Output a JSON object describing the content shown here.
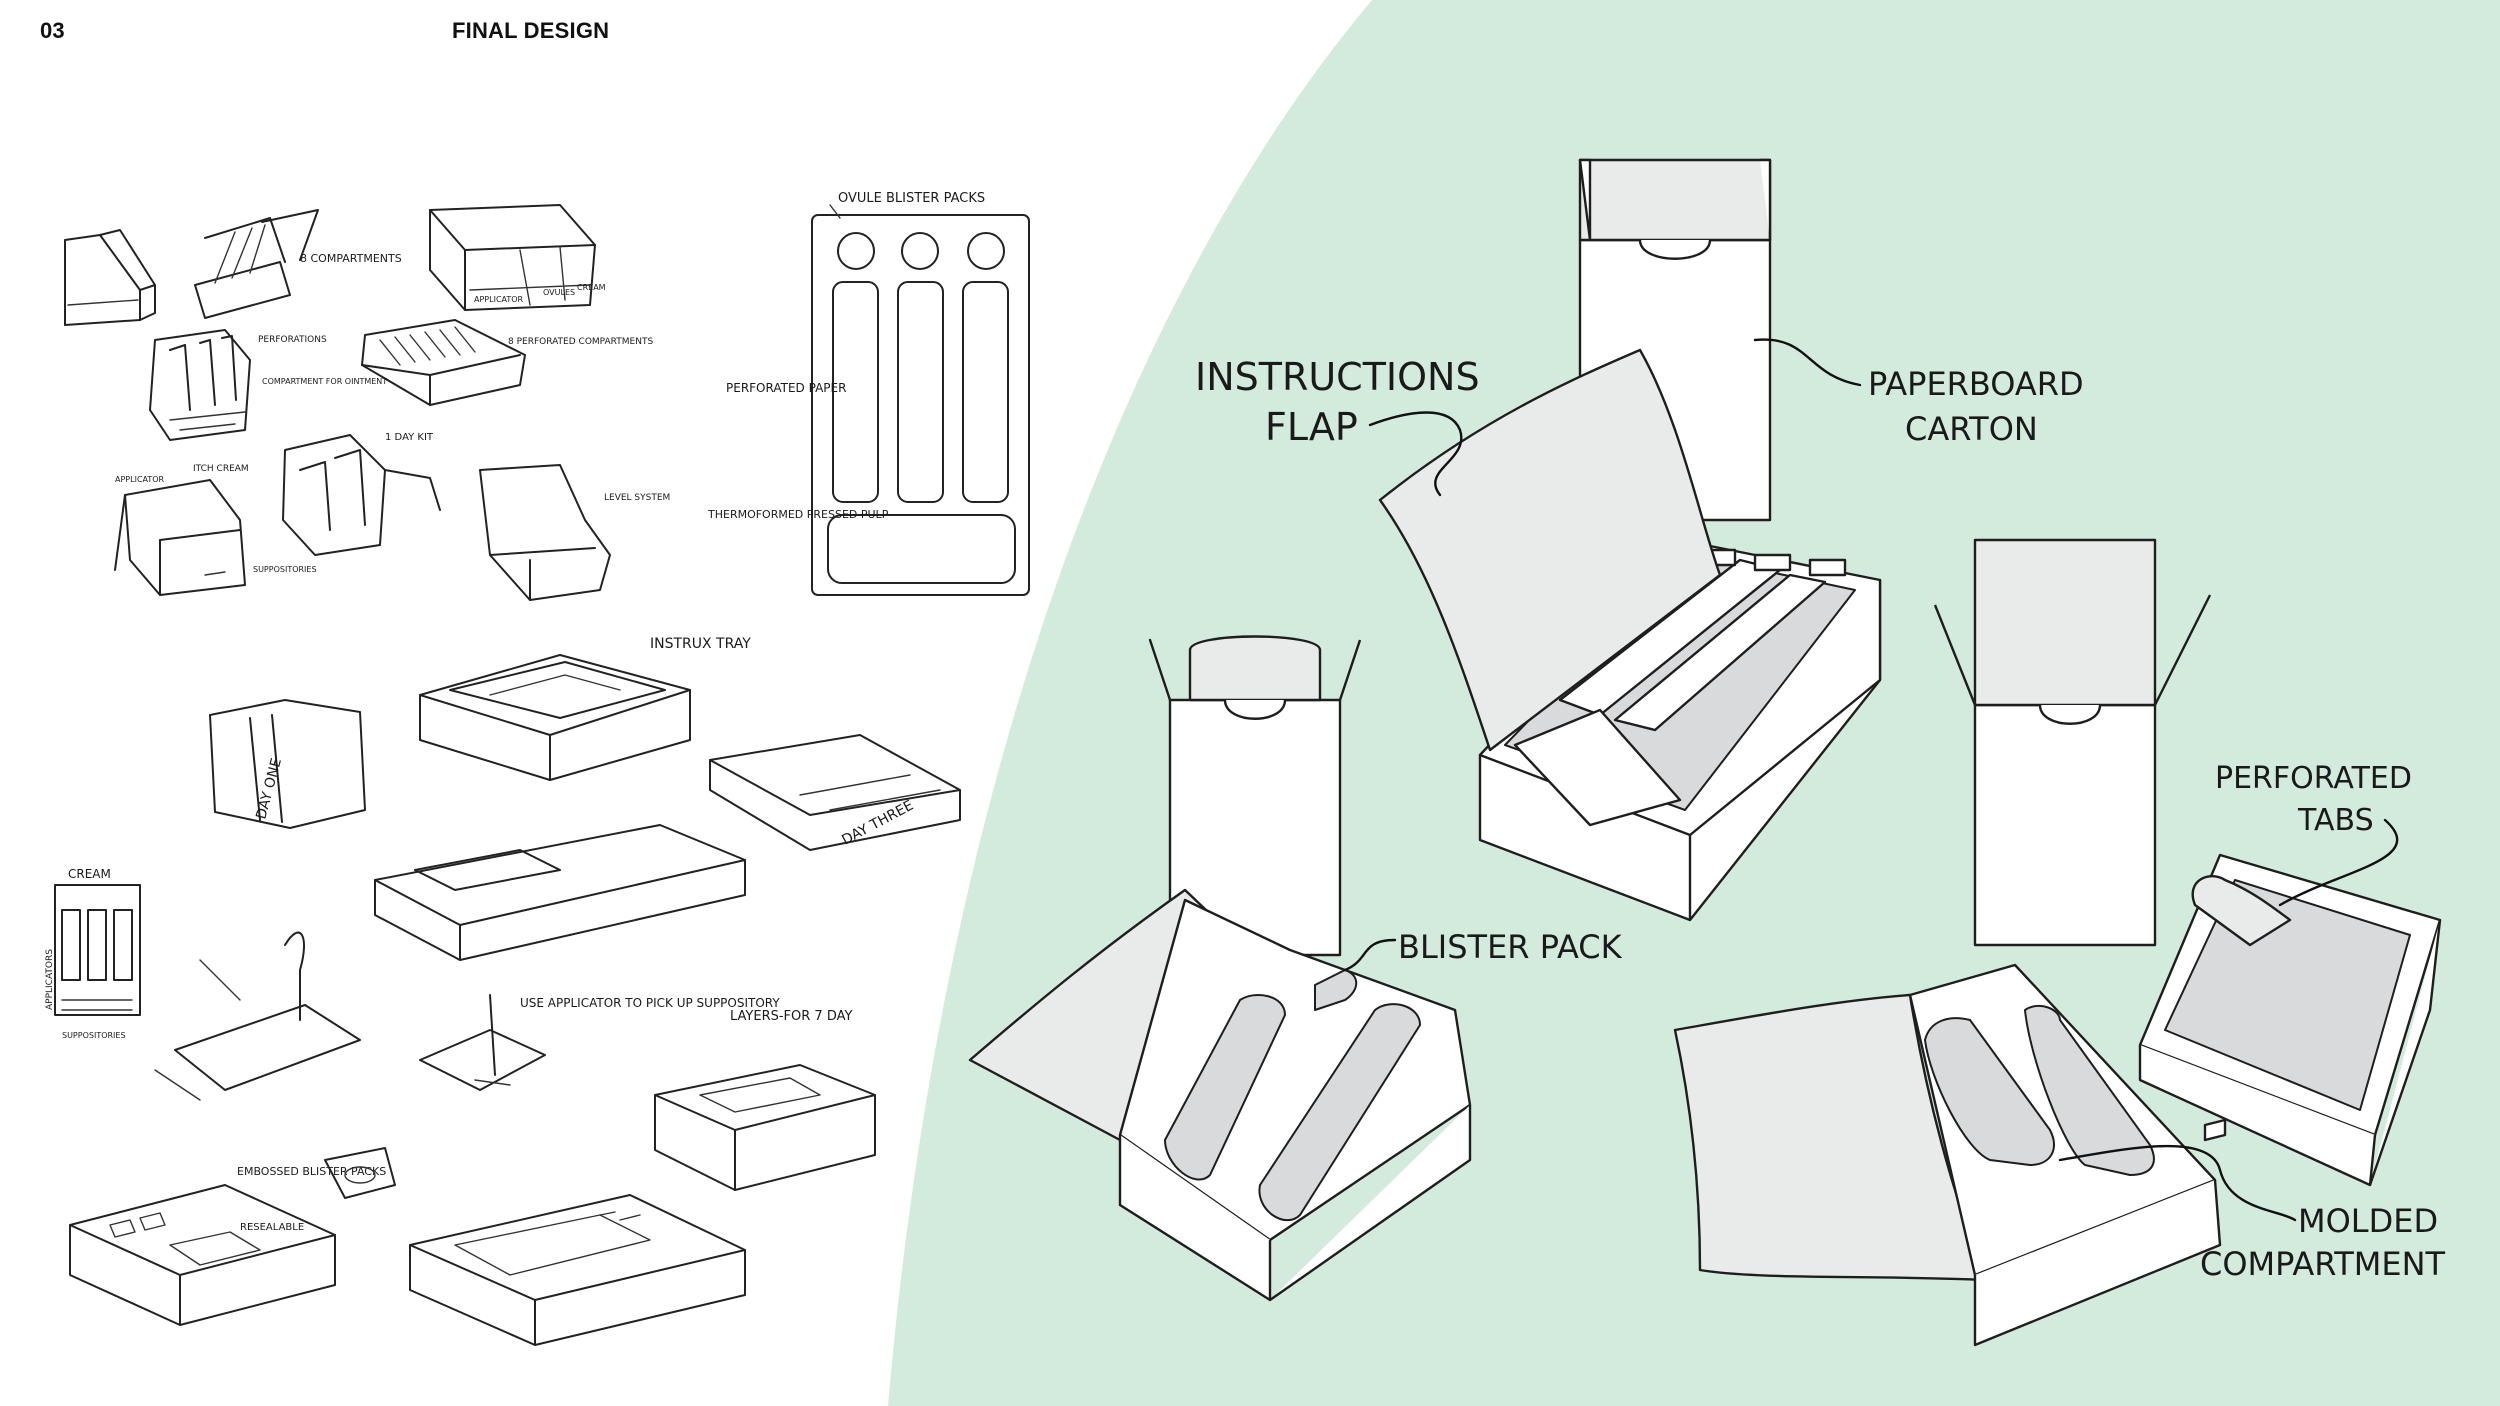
{
  "header": {
    "page_number": "03",
    "title": "FINAL DESIGN"
  },
  "sketch_notes": {
    "compartments_8": "8 COMPARTMENTS",
    "applicator": "APPLICATOR",
    "ovules": "OVULES",
    "cream": "CREAM",
    "perforations": "PERFORATIONS",
    "compartment_for_ointment": "COMPARTMENT FOR OINTMENT",
    "perforated_compartments_8": "8 PERFORATED COMPARTMENTS",
    "one_day_kit": "1 DAY KIT",
    "applicator_2": "APPLICATOR",
    "itch_cream": "ITCH CREAM",
    "suppositories": "SUPPOSITORIES",
    "level_system": "LEVEL SYSTEM",
    "ovule_blister_packs": "OVULE BLISTER PACKS",
    "perforated_paper": "PERFORATED PAPER",
    "thermoformed_pressed_pulp": "THERMOFORMED PRESSED PULP",
    "instrux_tray": "INSTRUX TRAY",
    "day_one": "DAY ONE",
    "day_three": "DAY THREE",
    "cream_2": "CREAM",
    "applicators": "APPLICATORS",
    "suppositories_2": "SUPPOSITORIES",
    "use_applicator": "USE APPLICATOR TO PICK UP SUPPOSITORY",
    "layers_for_7_day": "LAYERS-FOR 7 DAY",
    "embossed_blister_packs": "EMBOSSED BLISTER PACKS",
    "resealable": "RESEALABLE"
  },
  "callouts": {
    "instructions_flap_line1": "INSTRUCTIONS",
    "instructions_flap_line2": "FLAP",
    "paperboard_carton_line1": "PAPERBOARD",
    "paperboard_carton_line2": "CARTON",
    "blister_pack": "BLISTER PACK",
    "perforated_tabs_line1": "PERFORATED",
    "perforated_tabs_line2": "TABS",
    "molded_compartment_line1": "MOLDED",
    "molded_compartment_line2": "COMPARTMENT"
  },
  "colors": {
    "accent_green": "#d3ebdc",
    "ink": "#1e1e1e",
    "paper_grey": "#e9eaea"
  }
}
